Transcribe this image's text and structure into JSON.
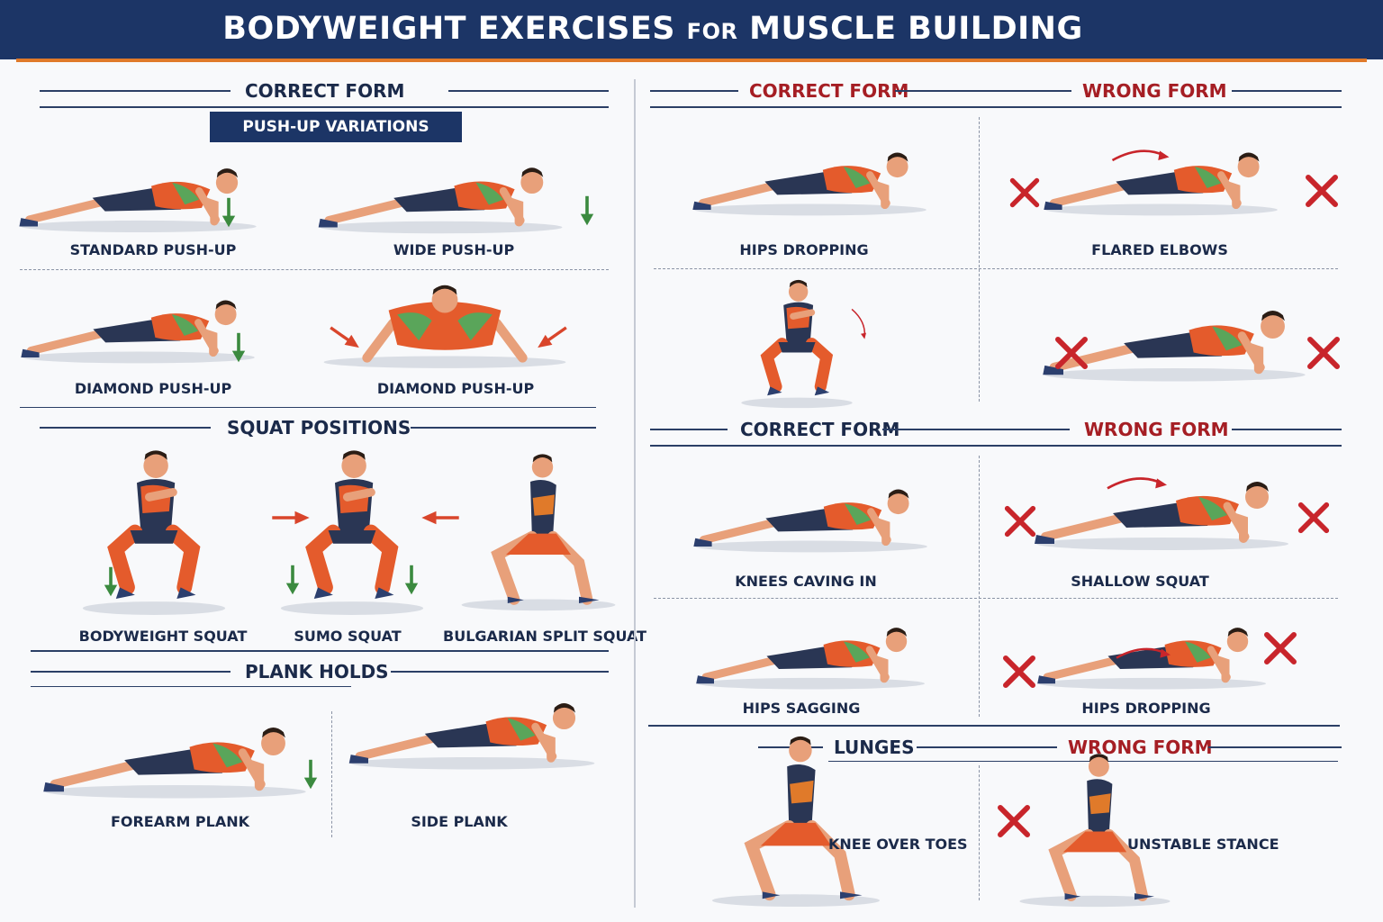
{
  "header": {
    "title_a": "BODYWEIGHT EXERCISES",
    "title_b": "FOR",
    "title_c": "MUSCLE BUILDING"
  },
  "left": {
    "correct_form": "CORRECT FORM",
    "pushup_tag": "PUSH-UP VARIATIONS",
    "pushups": [
      "STANDARD PUSH-UP",
      "WIDE PUSH-UP",
      "DIAMOND PUSH-UP",
      "DIAMOND PUSH-UP"
    ],
    "squat_title": "SQUAT POSITIONS",
    "squats": [
      "BODYWEIGHT SQUAT",
      "SUMO SQUAT",
      "BULGARIAN SPLIT SQUAT"
    ],
    "plank_title": "PLANK HOLDS",
    "planks": [
      "FOREARM PLANK",
      "SIDE PLANK"
    ]
  },
  "right": {
    "sec1_correct": "CORRECT FORM",
    "sec1_wrong": "WRONG FORM",
    "sec1_captions": [
      "HIPS DROPPING",
      "FLARED ELBOWS"
    ],
    "sec2_correct": "CORRECT FORM",
    "sec2_wrong": "WRONG FORM",
    "sec2_captions": [
      "KNEES CAVING IN",
      "SHALLOW SQUAT",
      "HIPS SAGGING",
      "HIPS DROPPING"
    ],
    "sec3_title": "LUNGES",
    "sec3_wrong": "WRONG FORM",
    "sec3_captions": [
      "KNEE OVER TOES",
      "UNSTABLE STANCE"
    ]
  },
  "icons": [
    "arrow-down-icon",
    "arrow-in-icon",
    "wrong-x-icon",
    "curve-arrow-icon"
  ],
  "colors": {
    "navy": "#1c3566",
    "orange": "#e07a2a",
    "red": "#a51e24",
    "green": "#3b8a3f"
  }
}
